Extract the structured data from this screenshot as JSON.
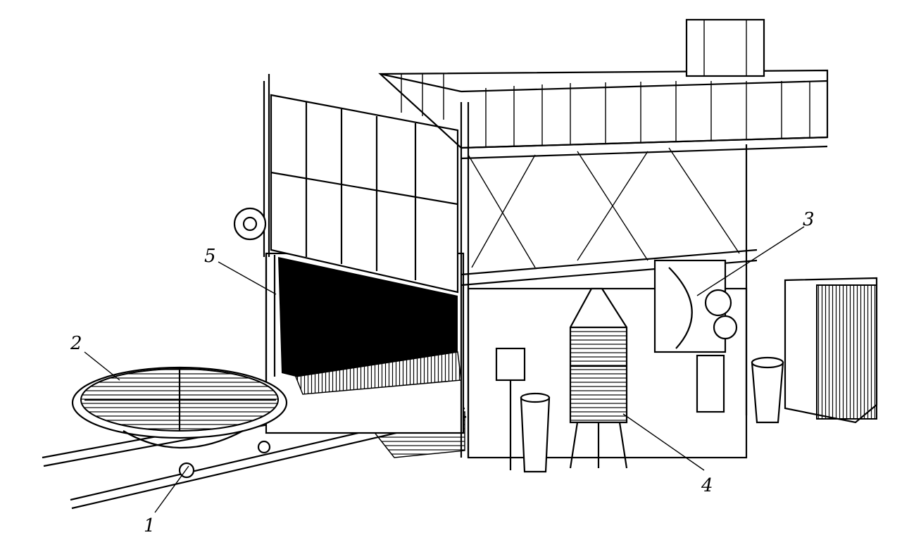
{
  "figure": {
    "labels": [
      {
        "id": "1",
        "text": "1"
      },
      {
        "id": "2",
        "text": "2"
      },
      {
        "id": "3",
        "text": "3"
      },
      {
        "id": "4",
        "text": "4"
      },
      {
        "id": "5",
        "text": "5"
      }
    ]
  },
  "colors": {
    "ink": "#000000",
    "paper": "#ffffff"
  }
}
